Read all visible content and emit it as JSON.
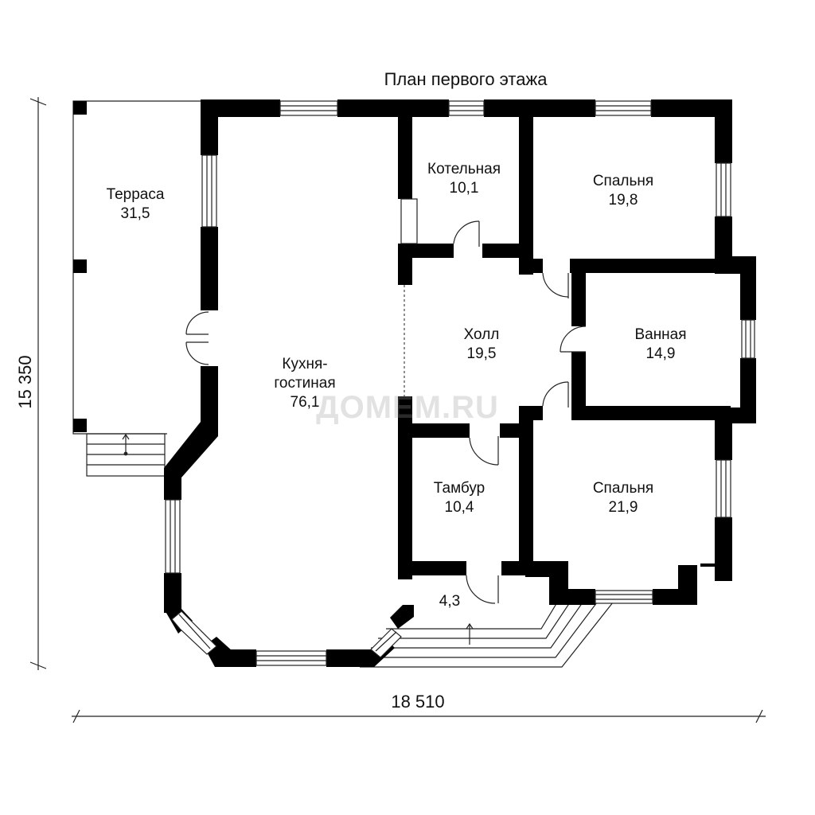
{
  "title": "План первого этажа",
  "watermark": "ДОМЕМ.RU",
  "dimensions": {
    "height": "15 350",
    "width": "18 510"
  },
  "rooms": {
    "terrace": {
      "name": "Терраса",
      "area": "31,5"
    },
    "boiler": {
      "name": "Котельная",
      "area": "10,1"
    },
    "bedroom1": {
      "name": "Спальня",
      "area": "19,8"
    },
    "hall": {
      "name": "Холл",
      "area": "19,5"
    },
    "bathroom": {
      "name": "Ванная",
      "area": "14,9"
    },
    "kitchen": {
      "name_line1": "Кухня-",
      "name_line2": "гостиная",
      "area": "76,1"
    },
    "vestibule": {
      "name": "Тамбур",
      "area": "10,4"
    },
    "bedroom2": {
      "name": "Спальня",
      "area": "21,9"
    },
    "porch": {
      "area": "4,3"
    }
  }
}
